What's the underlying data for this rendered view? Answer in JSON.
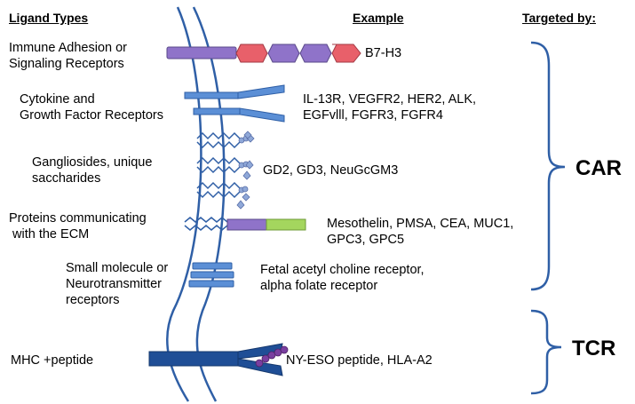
{
  "headers": {
    "ligand_types": "Ligand Types",
    "example": "Example",
    "targeted_by": "Targeted by:"
  },
  "rows": [
    {
      "ligand": [
        "Immune Adhesion or",
        "Signaling Receptors"
      ],
      "example": [
        "B7-H3"
      ]
    },
    {
      "ligand": [
        "Cytokine and",
        "Growth Factor Receptors"
      ],
      "example": [
        "IL-13R,  VEGFR2, HER2, ALK,",
        "EGFvlll,  FGFR3, FGFR4"
      ]
    },
    {
      "ligand": [
        "Gangliosides, unique",
        "saccharides"
      ],
      "example": [
        "GD2, GD3, NeuGcGM3"
      ]
    },
    {
      "ligand": [
        "Proteins communicating",
        " with the ECM"
      ],
      "example": [
        "Mesothelin, PMSA, CEA, MUC1,",
        "GPC3, GPC5"
      ]
    },
    {
      "ligand": [
        "Small molecule or",
        "Neurotransmitter",
        "receptors"
      ],
      "example": [
        "Fetal acetyl choline receptor,",
        "alpha folate receptor"
      ]
    },
    {
      "ligand": [
        "MHC +peptide"
      ],
      "example": [
        "NY-ESO peptide, HLA-A2"
      ]
    }
  ],
  "targets": {
    "car": "CAR",
    "tcr": "TCR"
  },
  "colors": {
    "membrane": "#2f5fa6",
    "blue_fill": "#5b8fd6",
    "purple_fill": "#8f73c9",
    "red_fill": "#e8606a",
    "green_fill": "#a4d65e",
    "dark_blue": "#1f4e96",
    "peptide": "#7a3fa0",
    "bracket": "#2f5fa6"
  }
}
